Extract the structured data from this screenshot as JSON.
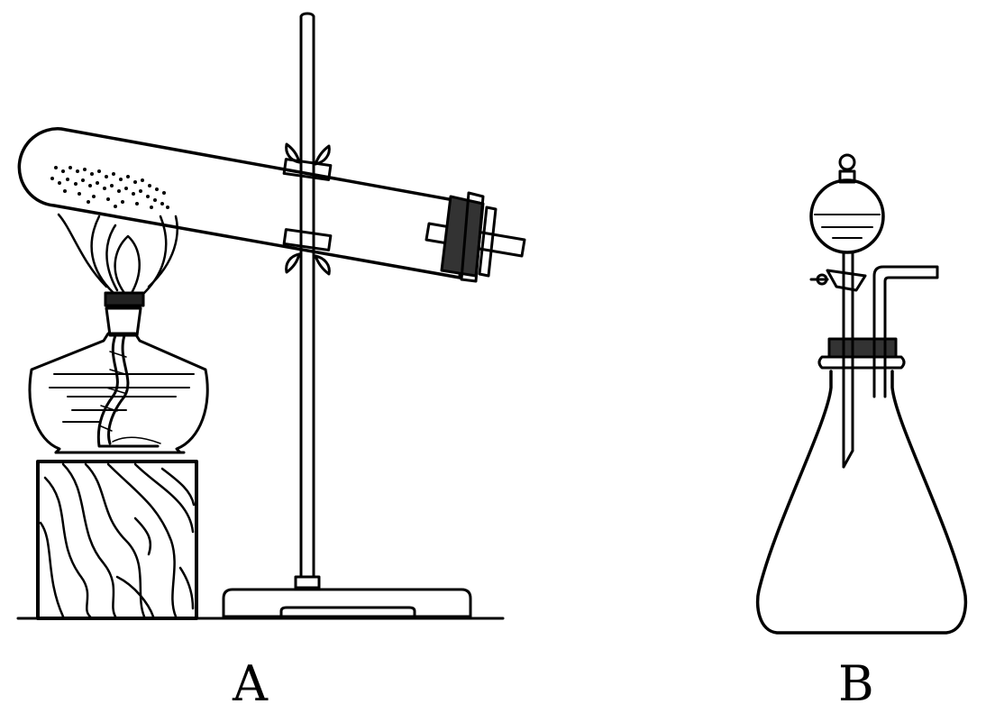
{
  "labels": {
    "apparatus_a": "A",
    "apparatus_b": "B"
  },
  "colors": {
    "stroke": "#000000",
    "background": "#ffffff",
    "stopper": "#333333"
  },
  "apparatus_a": {
    "components": [
      "alcohol-lamp",
      "wooden-block",
      "iron-stand",
      "test-tube-with-solid",
      "rubber-stopper",
      "flame"
    ]
  },
  "apparatus_b": {
    "components": [
      "conical-flask",
      "separatory-funnel",
      "two-hole-stopper",
      "delivery-tube"
    ]
  }
}
